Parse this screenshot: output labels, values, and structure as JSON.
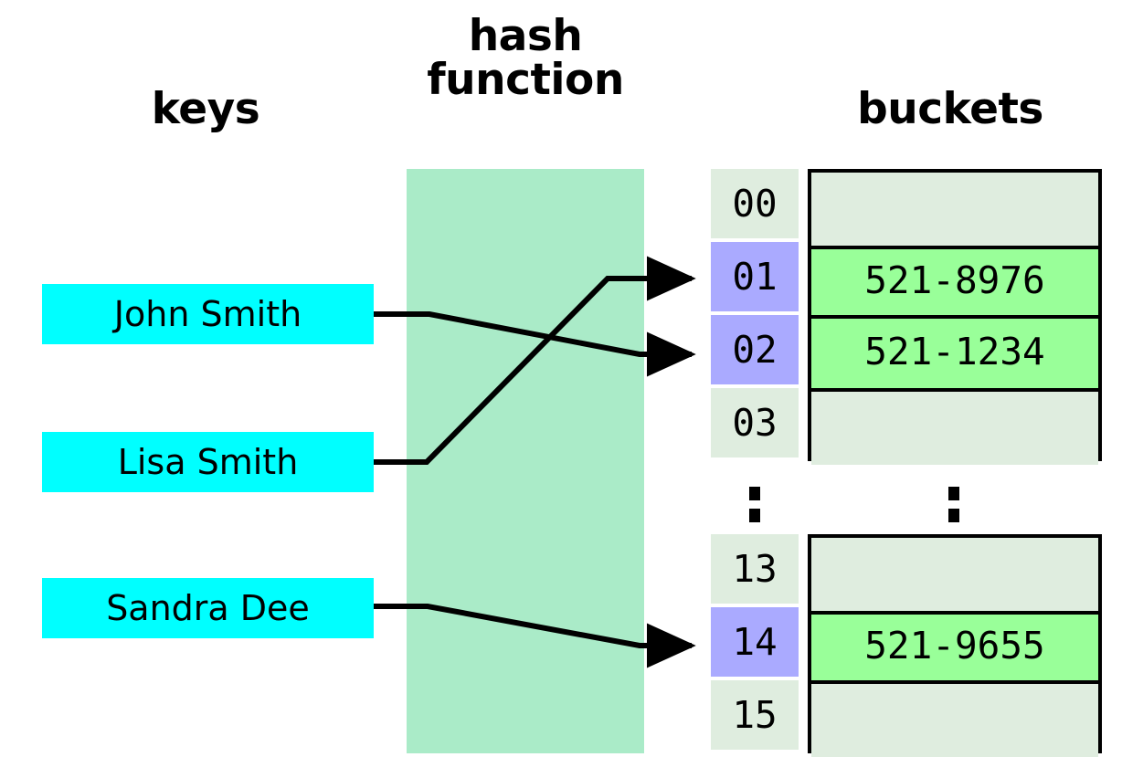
{
  "headings": {
    "keys": "keys",
    "hash_function": "hash\nfunction",
    "buckets": "buckets"
  },
  "colors": {
    "key_box": "#00ffff",
    "hash_band": "#aaebc8",
    "bucket_empty": "#dfeddf",
    "bucket_filled": "#99ff99",
    "index_empty": "#dfeddf",
    "index_filled": "#aaaaff",
    "outline": "#000000"
  },
  "keys": [
    {
      "label": "John Smith"
    },
    {
      "label": "Lisa Smith"
    },
    {
      "label": "Sandra Dee"
    }
  ],
  "bucket_groups": [
    {
      "rows": [
        {
          "index": "00",
          "value": "",
          "filled": false
        },
        {
          "index": "01",
          "value": "521-8976",
          "filled": true
        },
        {
          "index": "02",
          "value": "521-1234",
          "filled": true
        },
        {
          "index": "03",
          "value": "",
          "filled": false
        }
      ]
    },
    {
      "rows": [
        {
          "index": "13",
          "value": "",
          "filled": false
        },
        {
          "index": "14",
          "value": "521-9655",
          "filled": true
        },
        {
          "index": "15",
          "value": "",
          "filled": false
        }
      ]
    }
  ],
  "ellipsis": {
    "index_column": ":",
    "bucket_column": ":"
  },
  "mappings": [
    {
      "key": "John Smith",
      "bucket_index": "02"
    },
    {
      "key": "Lisa Smith",
      "bucket_index": "01"
    },
    {
      "key": "Sandra Dee",
      "bucket_index": "14"
    }
  ]
}
